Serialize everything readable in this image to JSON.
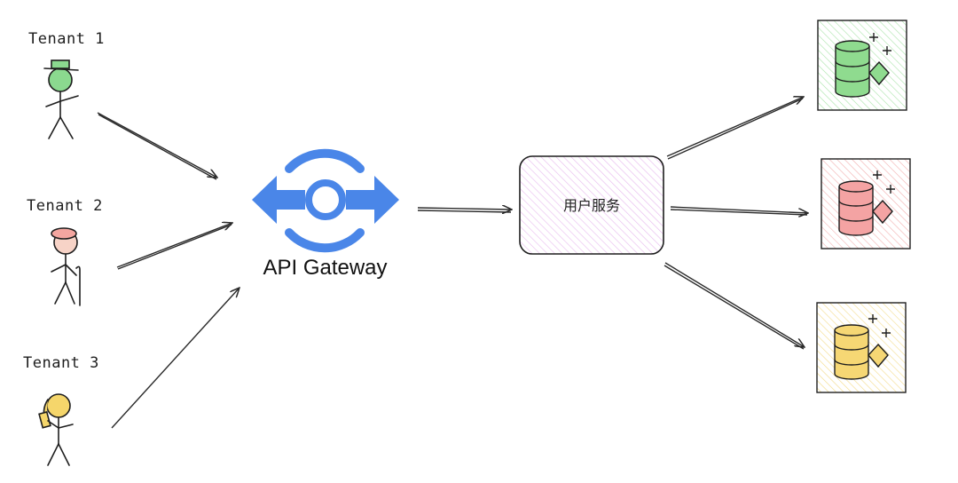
{
  "tenants": [
    {
      "label": "Tenant 1",
      "accent": "#8bd98f"
    },
    {
      "label": "Tenant 2",
      "accent": "#f4a6a0"
    },
    {
      "label": "Tenant 3",
      "accent": "#f5d66b"
    }
  ],
  "gateway": {
    "label": "API Gateway",
    "color": "#4a86e8",
    "icon": "api-gateway-icon"
  },
  "service": {
    "label": "用户服务",
    "fill": "#f3d9f5"
  },
  "databases": [
    {
      "fill": "#d4f5d4",
      "cylinder": "#8fdb8f",
      "icon": "database-icon"
    },
    {
      "fill": "#fbd5d5",
      "cylinder": "#f4a3a3",
      "icon": "database-icon"
    },
    {
      "fill": "#fcf0bf",
      "cylinder": "#f6d774",
      "icon": "database-icon"
    }
  ]
}
